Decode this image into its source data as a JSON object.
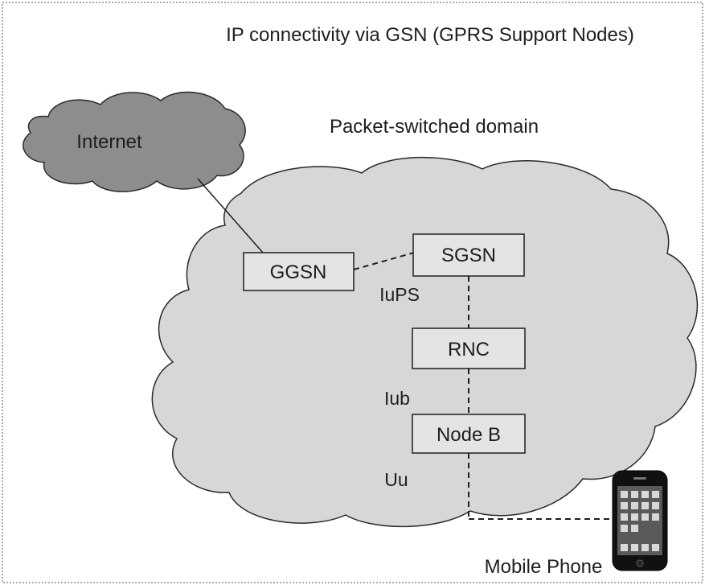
{
  "diagram": {
    "title": "IP connectivity via GSN (GPRS Support Nodes)",
    "domain_label": "Packet-switched domain",
    "internet_label": "Internet",
    "nodes": {
      "ggsn": "GGSN",
      "sgsn": "SGSN",
      "rnc": "RNC",
      "nodeb": "Node B"
    },
    "interfaces": {
      "iups": "IuPS",
      "iub": "Iub",
      "uu": "Uu"
    },
    "phone_label": "Mobile Phone"
  },
  "colors": {
    "frame": "#444444",
    "domain_cloud": "#d7d7d7",
    "internet_cloud": "#8d8d8d",
    "node_fill": "#e4e4e4",
    "line": "#1e1e1e"
  }
}
